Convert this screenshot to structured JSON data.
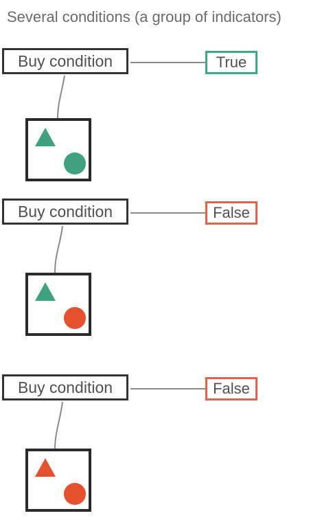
{
  "title": "Several conditions (a group of indicators)",
  "colors": {
    "green": "#3fa17f",
    "red": "#e5512f",
    "true_border": "#3aa987",
    "false_border": "#e4614a",
    "line": "#8a8a8a"
  },
  "groups": [
    {
      "condition_label": "Buy condition",
      "result_label": "True",
      "result_state": "true",
      "triangle_color": "green",
      "circle_color": "green"
    },
    {
      "condition_label": "Buy condition",
      "result_label": "False",
      "result_state": "false",
      "triangle_color": "green",
      "circle_color": "red"
    },
    {
      "condition_label": "Buy condition",
      "result_label": "False",
      "result_state": "false",
      "triangle_color": "red",
      "circle_color": "red"
    }
  ]
}
